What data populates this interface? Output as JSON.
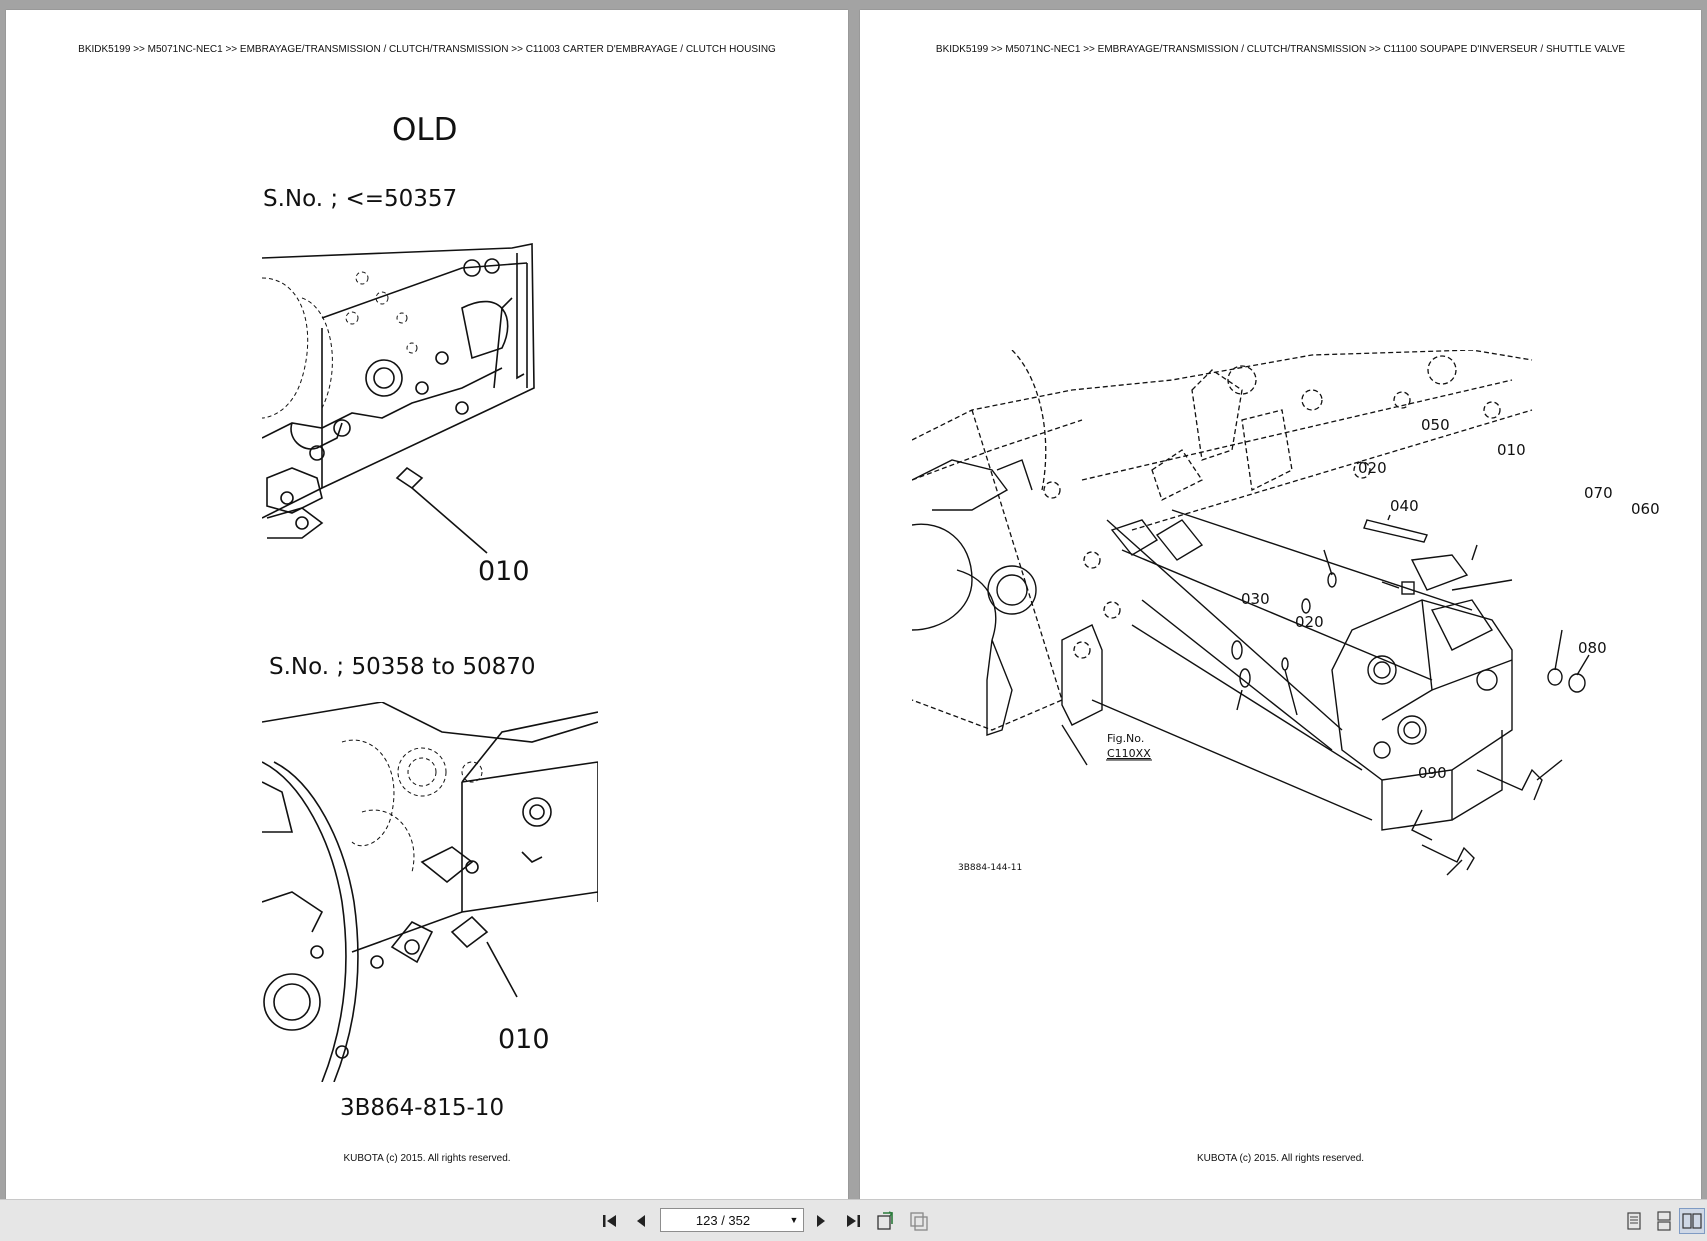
{
  "left_page": {
    "breadcrumb": "BKIDK5199 >> M5071NC-NEC1 >> EMBRAYAGE/TRANSMISSION / CLUTCH/TRANSMISSION >> C11003    CARTER D'EMBRAYAGE / CLUTCH HOUSING",
    "heading": "OLD",
    "serial_1": "S.No. ; <=50357",
    "serial_2": "S.No. ; 50358 to 50870",
    "callout_1": "010",
    "callout_2": "010",
    "drawing_code": "3B864-815-10",
    "footer": "KUBOTA (c) 2015. All rights reserved."
  },
  "right_page": {
    "breadcrumb": "BKIDK5199 >> M5071NC-NEC1 >> EMBRAYAGE/TRANSMISSION / CLUTCH/TRANSMISSION >> C11100    SOUPAPE D'INVERSEUR / SHUTTLE VALVE",
    "callouts": {
      "c050": "050",
      "c010": "010",
      "c020a": "020",
      "c040": "040",
      "c070": "070",
      "c060": "060",
      "c030": "030",
      "c020b": "020",
      "c080": "080",
      "c090": "090"
    },
    "fig_ref_line1": "Fig.No.",
    "fig_ref_line2": "C110XX",
    "drawing_code": "3B884-144-11",
    "footer": "KUBOTA (c) 2015. All rights reserved."
  },
  "toolbar": {
    "page_indicator": "123 / 352",
    "icons": [
      "first-page-icon",
      "prev-page-icon",
      "next-page-icon",
      "last-page-icon",
      "rotate-view-icon",
      "fit-view-icon",
      "single-page-icon",
      "continuous-page-icon",
      "two-page-icon"
    ]
  }
}
